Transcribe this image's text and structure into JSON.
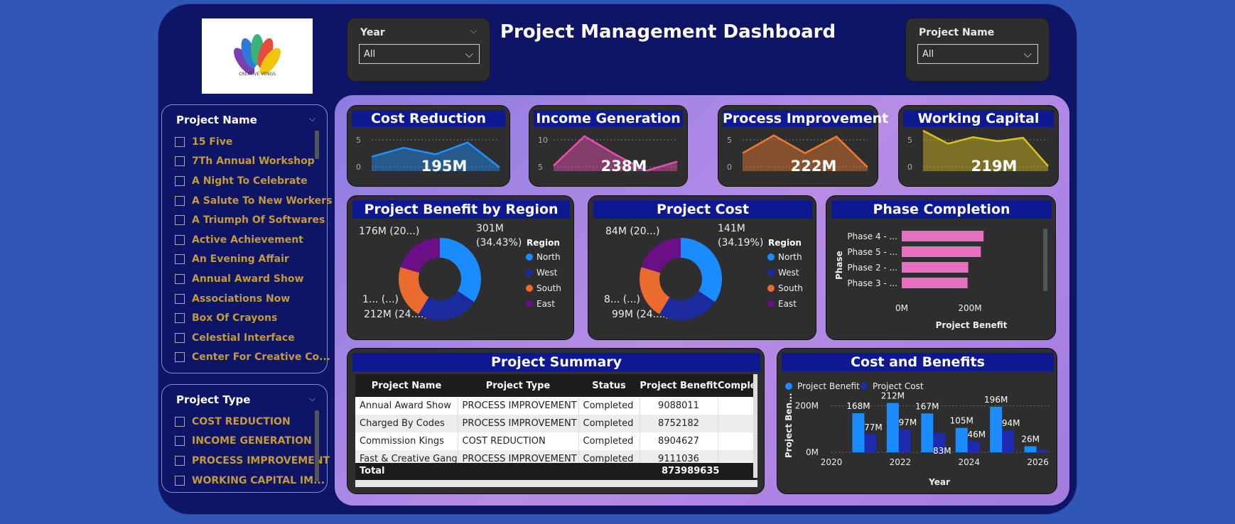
{
  "header": {
    "title": "Project Management Dashboard"
  },
  "filters": {
    "year": {
      "label": "Year",
      "value": "All"
    },
    "project_name": {
      "label": "Project Name",
      "value": "All"
    }
  },
  "logo": {
    "text": "CREATIVE VENGS"
  },
  "slicer_projects": {
    "title": "Project Name",
    "items": [
      "15 Five",
      "7Th Annual Workshop",
      "A Night To Celebrate",
      "A Salute To New Workers",
      "A Triumph Of Softwares",
      "Active Achievement",
      "An Evening Affair",
      "Annual Award Show",
      "Associations Now",
      "Box Of Crayons",
      "Celestial Interface",
      "Center For Creative Co..."
    ]
  },
  "slicer_types": {
    "title": "Project Type",
    "items": [
      "COST REDUCTION",
      "INCOME GENERATION",
      "PROCESS IMPROVEMENT",
      "WORKING CAPITAL IM..."
    ]
  },
  "kpis": [
    {
      "title": "Cost Reduction",
      "value": "195M",
      "color": "#1e90ff",
      "ticks": [
        "5",
        "0"
      ],
      "series": [
        2.2,
        3.7,
        2.6,
        4.6,
        0.4
      ]
    },
    {
      "title": "Income Generation",
      "value": "238M",
      "color": "#e84fb5",
      "ticks": [
        "10",
        "5"
      ],
      "series": [
        3.8,
        9.6,
        6.0,
        2.8,
        4.6
      ]
    },
    {
      "title": "Process Improvement",
      "value": "222M",
      "color": "#f07a2e",
      "ticks": [
        "5",
        "0"
      ],
      "series": [
        2.8,
        5.8,
        2.8,
        5.6,
        0.4
      ]
    },
    {
      "title": "Working Capital",
      "value": "219M",
      "color": "#d9c21c",
      "ticks": [
        "5",
        "0"
      ],
      "series": [
        6.6,
        4.4,
        5.5,
        4.8,
        5.4,
        0.6
      ]
    }
  ],
  "donut_region": {
    "title": "Project Benefit by Region",
    "legend_title": "Region",
    "legend": [
      "North",
      "West",
      "South",
      "East"
    ],
    "labels": {
      "north": "301M",
      "north_pct": "(34.43%)",
      "east": "176M (20...)",
      "west": "212M (24....)",
      "south": "1... (...)"
    }
  },
  "donut_cost": {
    "title": "Project Cost",
    "legend_title": "Region",
    "legend": [
      "North",
      "West",
      "South",
      "East"
    ],
    "labels": {
      "north": "141M",
      "north_pct": "(34.19%)",
      "east": "84M (20...)",
      "west": "99M (24....)",
      "south": "8... (...)"
    }
  },
  "colors": {
    "north": "#1a8cff",
    "west": "#1c2aa0",
    "south": "#ea6b2d",
    "east": "#6b0f86",
    "phase": "#e76fc0",
    "benefit": "#1a8cff",
    "cost": "#1d2bb0"
  },
  "phase": {
    "title": "Phase Completion",
    "ylabel": "Phase",
    "xlabel": "Project Benefit",
    "xticks": [
      "0M",
      "200M"
    ],
    "categories": [
      "Phase 4 - ...",
      "Phase 5 - ...",
      "Phase 2 - ...",
      "Phase 3 - ..."
    ],
    "values": [
      240,
      232,
      195,
      193
    ]
  },
  "summary": {
    "title": "Project Summary",
    "columns": [
      "Project Name",
      "Project Type",
      "Status",
      "Project Benefit",
      "Comple"
    ],
    "rows": [
      [
        "Annual Award Show",
        "PROCESS IMPROVEMENT",
        "Completed",
        "9088011"
      ],
      [
        "Charged By Codes",
        "PROCESS IMPROVEMENT",
        "Completed",
        "8752182"
      ],
      [
        "Commission Kings",
        "COST REDUCTION",
        "Completed",
        "8904627"
      ],
      [
        "Fast & Creative Gang",
        "PROCESS IMPROVEMENT",
        "Completed",
        "9111036"
      ]
    ],
    "total_label": "Total",
    "total_value": "873989635"
  },
  "chart_data": {
    "type": "bar",
    "title": "Cost and Benefits",
    "xlabel": "Year",
    "ylabel": "Project Ben...",
    "x": [
      2021,
      2022,
      2023,
      2024,
      2025,
      2026
    ],
    "xticks": [
      "2020",
      "2022",
      "2024",
      "2026"
    ],
    "yticks": [
      "200M",
      "0M"
    ],
    "ylim": [
      0,
      260
    ],
    "series": [
      {
        "name": "Project Benefit",
        "values": [
          168,
          212,
          167,
          105,
          196,
          26
        ],
        "labels": [
          "168M",
          "212M",
          "167M",
          "105M",
          "196M",
          "26M"
        ]
      },
      {
        "name": "Project Cost",
        "values": [
          77,
          97,
          83,
          46,
          94,
          10
        ],
        "labels": [
          "77M",
          "97M",
          "83M",
          "46M",
          "94M",
          ""
        ]
      }
    ],
    "legend": "top-left"
  }
}
